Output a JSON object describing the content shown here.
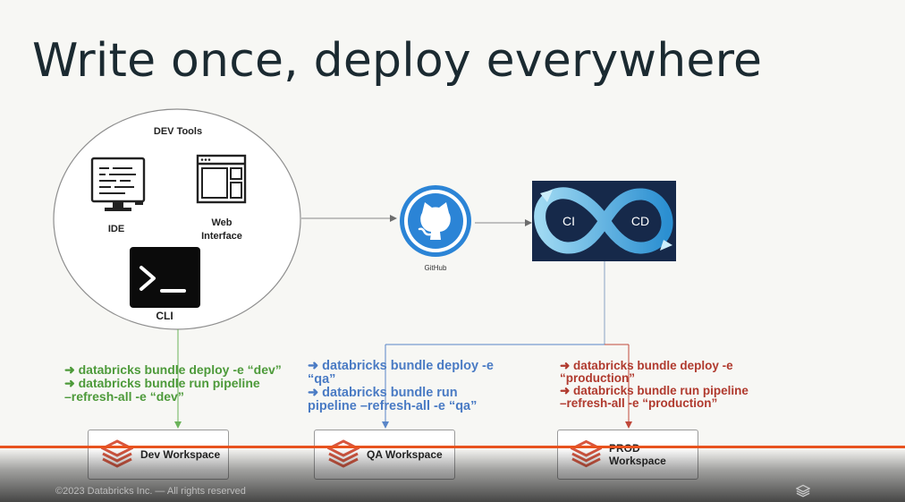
{
  "slide": {
    "title": "Write once, deploy everywhere",
    "footer": "©2023 Databricks Inc. — All rights reserved"
  },
  "dev_tools": {
    "heading": "DEV Tools",
    "ide_label": "IDE",
    "web_label_line1": "Web",
    "web_label_line2": "Interface",
    "cli_label": "CLI"
  },
  "github": {
    "label": "GitHub"
  },
  "cicd": {
    "ci_label": "CI",
    "cd_label": "CD"
  },
  "commands": {
    "dev": {
      "line1": "➜  databricks bundle deploy -e “dev”",
      "line2": "➜  databricks bundle run pipeline",
      "line3": "–refresh-all -e “dev”"
    },
    "qa": {
      "line1": "➜  databricks bundle deploy -e",
      "line2": "“qa”",
      "line3": "➜  databricks bundle run",
      "line4": "pipeline –refresh-all -e “qa”"
    },
    "prod": {
      "line1": "➜  databricks bundle deploy -e",
      "line2": "“production”",
      "line3": "➜  databricks bundle run pipeline",
      "line4": "–refresh-all -e “production”"
    }
  },
  "workspaces": {
    "dev": "Dev Workspace",
    "qa": "QA Workspace",
    "prod": "PROD Workspace"
  },
  "colors": {
    "dev": "#4d9a3a",
    "qa": "#4a7bc4",
    "prod": "#b03a2e",
    "accent_bar": "#e8531f",
    "cicd_bg": "#16294a"
  }
}
